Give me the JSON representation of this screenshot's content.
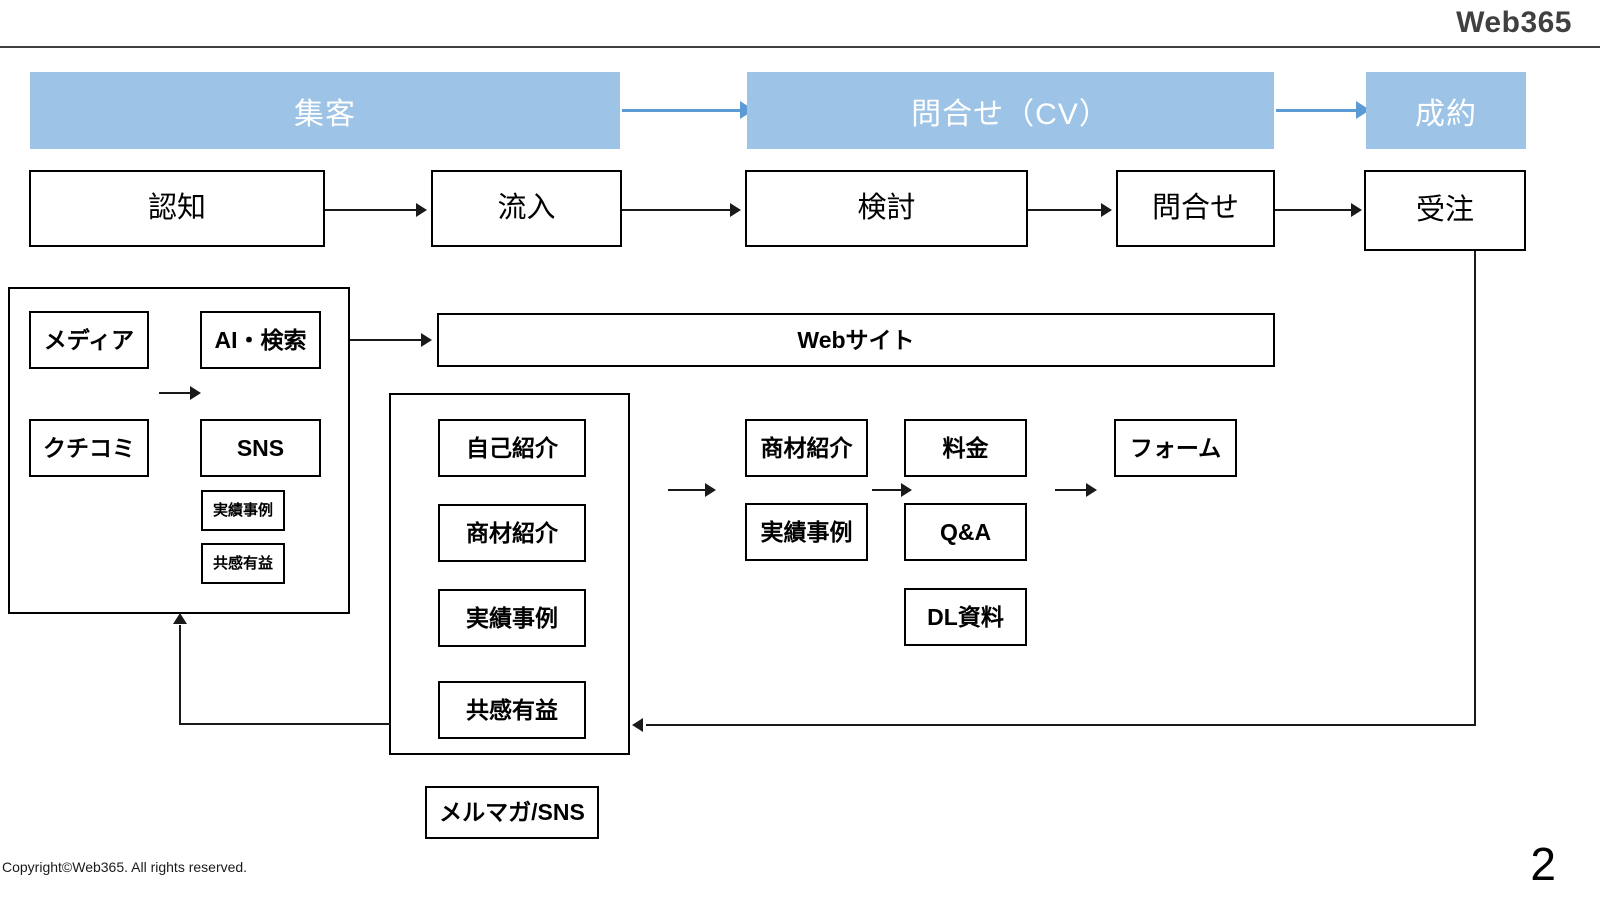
{
  "header": {
    "brand": "Web365"
  },
  "funnel_phases": [
    {
      "label": "集客"
    },
    {
      "label": "問合せ（CV）"
    },
    {
      "label": "成約"
    }
  ],
  "funnel_stages": [
    {
      "label": "認知"
    },
    {
      "label": "流入"
    },
    {
      "label": "検討"
    },
    {
      "label": "問合せ"
    },
    {
      "label": "受注"
    }
  ],
  "awareness_group": {
    "items": [
      {
        "label": "メディア"
      },
      {
        "label": "AI・検索"
      },
      {
        "label": "クチコミ"
      },
      {
        "label": "SNS"
      }
    ],
    "sub_items": [
      {
        "label": "実績事例"
      },
      {
        "label": "共感有益"
      }
    ]
  },
  "website": {
    "label": "Webサイト"
  },
  "nurture_group": {
    "items": [
      {
        "label": "自己紹介"
      },
      {
        "label": "商材紹介"
      },
      {
        "label": "実績事例"
      },
      {
        "label": "共感有益"
      }
    ]
  },
  "mailmagazine": {
    "label": "メルマガ/SNS"
  },
  "consideration_column": {
    "items": [
      {
        "label": "商材紹介"
      },
      {
        "label": "実績事例"
      }
    ]
  },
  "decision_column": {
    "items": [
      {
        "label": "料金"
      },
      {
        "label": "Q&A"
      },
      {
        "label": "DL資料"
      }
    ]
  },
  "conversion": {
    "label": "フォーム"
  },
  "footer": {
    "copyright": "Copyright©Web365. All rights reserved.",
    "page_number": "2"
  },
  "colors": {
    "phase_fill": "#9DC3E6",
    "phase_arrow": "#5B9BD5",
    "line": "#1A1A1A",
    "brand_text": "#404040"
  }
}
